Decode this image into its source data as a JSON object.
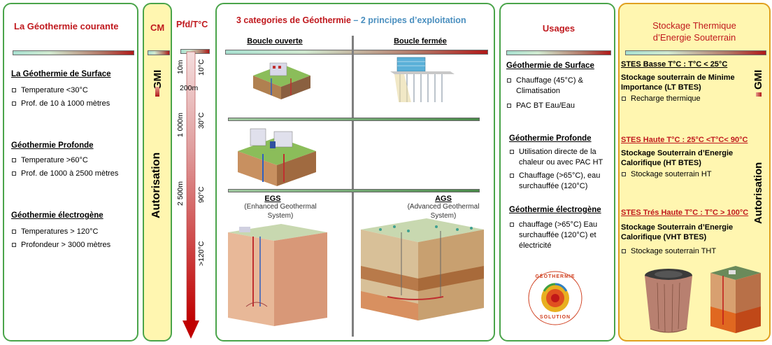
{
  "courante": {
    "title": "La Géothermie courante",
    "surface": {
      "title": "La Géothermie de Surface",
      "items": [
        "Temperature <30°C",
        "Prof. de 10 à 1000 mètres"
      ]
    },
    "profonde": {
      "title": "Géothermie Profonde",
      "items": [
        "Temperature >60°C",
        "Prof. de 1000 à 2500 mètres"
      ]
    },
    "electrogene": {
      "title": "Géothermie électrogène",
      "items": [
        "Temperatures > 120°C",
        "Profondeur > 3000 mètres"
      ]
    }
  },
  "cm": {
    "title": "CM",
    "gmi": "GMI",
    "autorisation": "Autorisation"
  },
  "pfd": {
    "title": "Pfd/T°C",
    "depths": [
      "10m",
      "200m",
      "1 000m",
      "2 500m"
    ],
    "temps": [
      "10°C",
      "30°C",
      "90°C",
      ">120°C"
    ]
  },
  "categories": {
    "title_a": "3 categories de Géothermie",
    "title_sep": " – ",
    "title_b": "2 principes d’exploitation",
    "boucle_ouverte": "Boucle ouverte",
    "boucle_fermee": "Boucle fermée",
    "egs": {
      "label": "EGS",
      "desc": "(Enhanced Geothermal System)"
    },
    "ags": {
      "label": "AGS",
      "desc": "(Advanced Geothermal System)"
    }
  },
  "usages": {
    "title": "Usages",
    "surface": {
      "title": "Géothermie de Surface",
      "items": [
        "Chauffage (45°C) & Climatisation",
        "PAC BT Eau/Eau"
      ]
    },
    "profonde": {
      "title": "Géothermie Profonde",
      "items": [
        "Utilisation directe de la chaleur ou avec PAC HT",
        "Chauffage (>65°C), eau surchauffée (120°C)"
      ]
    },
    "electrogene": {
      "title": "Géothermie électrogène",
      "items": [
        "chauffage (>65°C) Eau surchauffée (120°C) et électricité"
      ]
    },
    "logo_top": "GÉOTHERMIE",
    "logo_bottom": "SOLUTION"
  },
  "stockage": {
    "title_line1": "Stockage Thermique",
    "title_line2": "d’Energie Souterrain",
    "basse": {
      "title": "STES Basse T°C : T°C < 25°C",
      "subtitle": "Stockage souterrain de Minime Importance (LT BTES)",
      "items": [
        "Recharge thermique"
      ]
    },
    "haute": {
      "title": "STES Haute T°C : 25°C <T°C< 90°C",
      "subtitle": "Stockage Souterrain d’Energie Calorifique (HT BTES)",
      "items": [
        "Stockage souterrain HT"
      ]
    },
    "tres_haute": {
      "title": "STES Trés Haute T°C : T°C > 100°C",
      "subtitle": "Stockage Souterrain d’Energie Calorifique (VHT BTES)",
      "items": [
        "Stockage souterrain THT"
      ]
    },
    "gmi": "GMI",
    "autorisation": "Autorisation"
  },
  "colors": {
    "green_border": "#4aa44a",
    "red": "#c0191e",
    "blue": "#4a8fbf",
    "yellow_bg": "#fff6b0",
    "gold_border": "#e0a020"
  }
}
